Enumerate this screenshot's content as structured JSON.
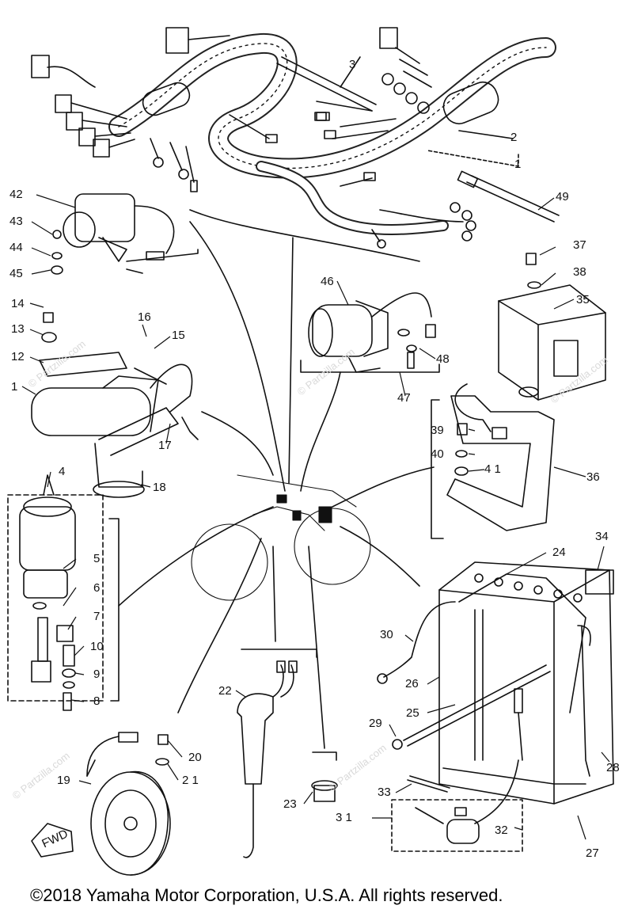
{
  "diagram": {
    "callouts": [
      {
        "id": "c1",
        "text": "1"
      },
      {
        "id": "c2",
        "text": "2"
      },
      {
        "id": "c3",
        "text": "3"
      },
      {
        "id": "c4",
        "text": "4"
      },
      {
        "id": "c5",
        "text": "5"
      },
      {
        "id": "c6",
        "text": "6"
      },
      {
        "id": "c7",
        "text": "7"
      },
      {
        "id": "c8",
        "text": "8"
      },
      {
        "id": "c9",
        "text": "9"
      },
      {
        "id": "c10",
        "text": "10"
      },
      {
        "id": "c11",
        "text": "1"
      },
      {
        "id": "c12",
        "text": "12"
      },
      {
        "id": "c13",
        "text": "13"
      },
      {
        "id": "c14",
        "text": "14"
      },
      {
        "id": "c15",
        "text": "15"
      },
      {
        "id": "c16",
        "text": "16"
      },
      {
        "id": "c17",
        "text": "17"
      },
      {
        "id": "c18",
        "text": "18"
      },
      {
        "id": "c19",
        "text": "19"
      },
      {
        "id": "c20",
        "text": "20"
      },
      {
        "id": "c21",
        "text": "2 1"
      },
      {
        "id": "c22",
        "text": "22"
      },
      {
        "id": "c23",
        "text": "23"
      },
      {
        "id": "c24",
        "text": "24"
      },
      {
        "id": "c25",
        "text": "25"
      },
      {
        "id": "c26",
        "text": "26"
      },
      {
        "id": "c27",
        "text": "27"
      },
      {
        "id": "c28",
        "text": "28"
      },
      {
        "id": "c29",
        "text": "29"
      },
      {
        "id": "c30",
        "text": "30"
      },
      {
        "id": "c31",
        "text": "3 1"
      },
      {
        "id": "c32",
        "text": "32"
      },
      {
        "id": "c33",
        "text": "33"
      },
      {
        "id": "c34",
        "text": "34"
      },
      {
        "id": "c35",
        "text": "35"
      },
      {
        "id": "c36",
        "text": "36"
      },
      {
        "id": "c37",
        "text": "37"
      },
      {
        "id": "c38",
        "text": "38"
      },
      {
        "id": "c39",
        "text": "39"
      },
      {
        "id": "c40",
        "text": "40"
      },
      {
        "id": "c41",
        "text": "4 1"
      },
      {
        "id": "c42",
        "text": "42"
      },
      {
        "id": "c43",
        "text": "43"
      },
      {
        "id": "c44",
        "text": "44"
      },
      {
        "id": "c45",
        "text": "45"
      },
      {
        "id": "c46",
        "text": "46"
      },
      {
        "id": "c47",
        "text": "47"
      },
      {
        "id": "c48",
        "text": "48"
      },
      {
        "id": "c49",
        "text": "49"
      }
    ],
    "fwd_label": "FWD",
    "watermark": "© Partzilla.com",
    "copyright": "©2018  Yamaha Motor Corporation, U.S.A. All rights reserved."
  },
  "colors": {
    "ink": "#111111",
    "watermark": "#d9d9d9",
    "background": "#ffffff"
  }
}
